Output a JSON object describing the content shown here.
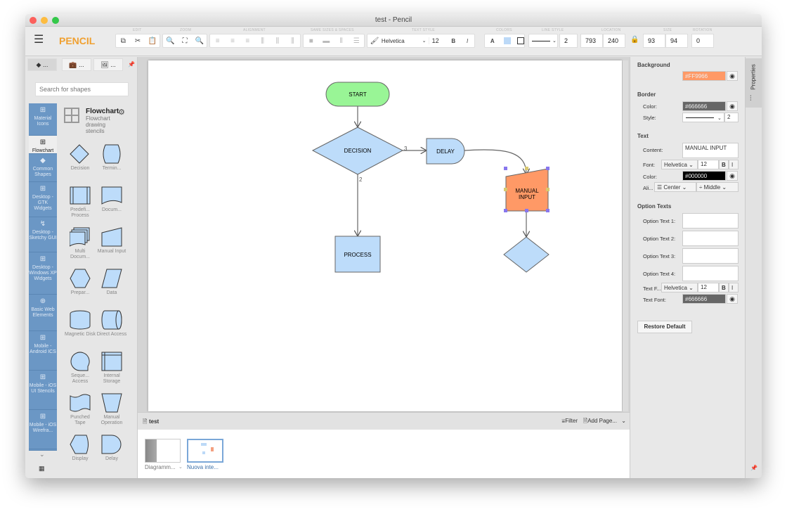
{
  "window": {
    "title": "test - Pencil"
  },
  "toolbar": {
    "logo": "PENCIL",
    "groups": [
      "Edit",
      "Zoom",
      "Alignment",
      "Same sizes & spaces",
      "Text style",
      "Colors",
      "Line style",
      "Location",
      "Size",
      "Rotation"
    ],
    "font": "Helvetica",
    "font_size": "12",
    "bold": "B",
    "italic": "I",
    "text_color_glyph": "A",
    "line_width": "2",
    "x": "793",
    "y": "240",
    "width": "93",
    "height": "94",
    "rotation": "0"
  },
  "left": {
    "tabs": [
      "...",
      "...",
      "..."
    ],
    "search_placeholder": "Search for shapes",
    "categories": [
      "Material Icons",
      "Flowchart",
      "Common Shapes",
      "Desktop - GTK Widgets",
      "Desktop - Sketchy GUI",
      "Desktop - Windows XP Widgets",
      "Basic Web Elements",
      "Mobile - Android ICS",
      "Mobile - iOS UI Stencils",
      "Mobile - iOS Wirefra..."
    ],
    "collection": {
      "title": "Flowchart",
      "description": "Flowchart drawing stencils"
    },
    "shapes": [
      "Decision",
      "Termin...",
      "Predefi... Process",
      "Docum...",
      "Multi Docum...",
      "Manual Input",
      "Prepar...",
      "Data",
      "Magnetic Disk",
      "Direct Access",
      "Seque... Access",
      "Internal Storage",
      "Punched Tape",
      "Manual Operation",
      "Display",
      "Delay"
    ]
  },
  "diagram": {
    "nodes": {
      "start": "START",
      "decision": "DECISION",
      "delay": "DELAY",
      "manual_input_1": "MANUAL",
      "manual_input_2": "INPUT",
      "process": "PROCESS"
    },
    "labels": {
      "right": "3",
      "down": "2"
    }
  },
  "pages": {
    "doc": "test",
    "filter": "Filter",
    "add_page": "Add Page...",
    "items": [
      "Diagramm...",
      "Nuova inte..."
    ]
  },
  "properties": {
    "tab": "Properties",
    "background": {
      "title": "Background",
      "color": "#FF9966"
    },
    "border": {
      "title": "Border",
      "color_label": "Color:",
      "color": "#666666",
      "style_label": "Style:",
      "width": "2"
    },
    "text": {
      "title": "Text",
      "content_label": "Content:",
      "content": "MANUAL INPUT",
      "font_label": "Font:",
      "font": "Helvetica",
      "size": "12",
      "bold": "B",
      "italic": "I",
      "color_label": "Color:",
      "color": "#000000",
      "align_label": "Ali...",
      "halign": "Center",
      "valign": "Middle"
    },
    "options": {
      "title": "Option Texts",
      "labels": [
        "Option Text 1:",
        "Option Text 2:",
        "Option Text 3:",
        "Option Text 4:"
      ],
      "font_label": "Text F...",
      "font": "Helvetica",
      "size": "12",
      "bold": "B",
      "italic": "I",
      "color_label": "Text Font:",
      "color": "#666666"
    },
    "restore": "Restore Default"
  }
}
